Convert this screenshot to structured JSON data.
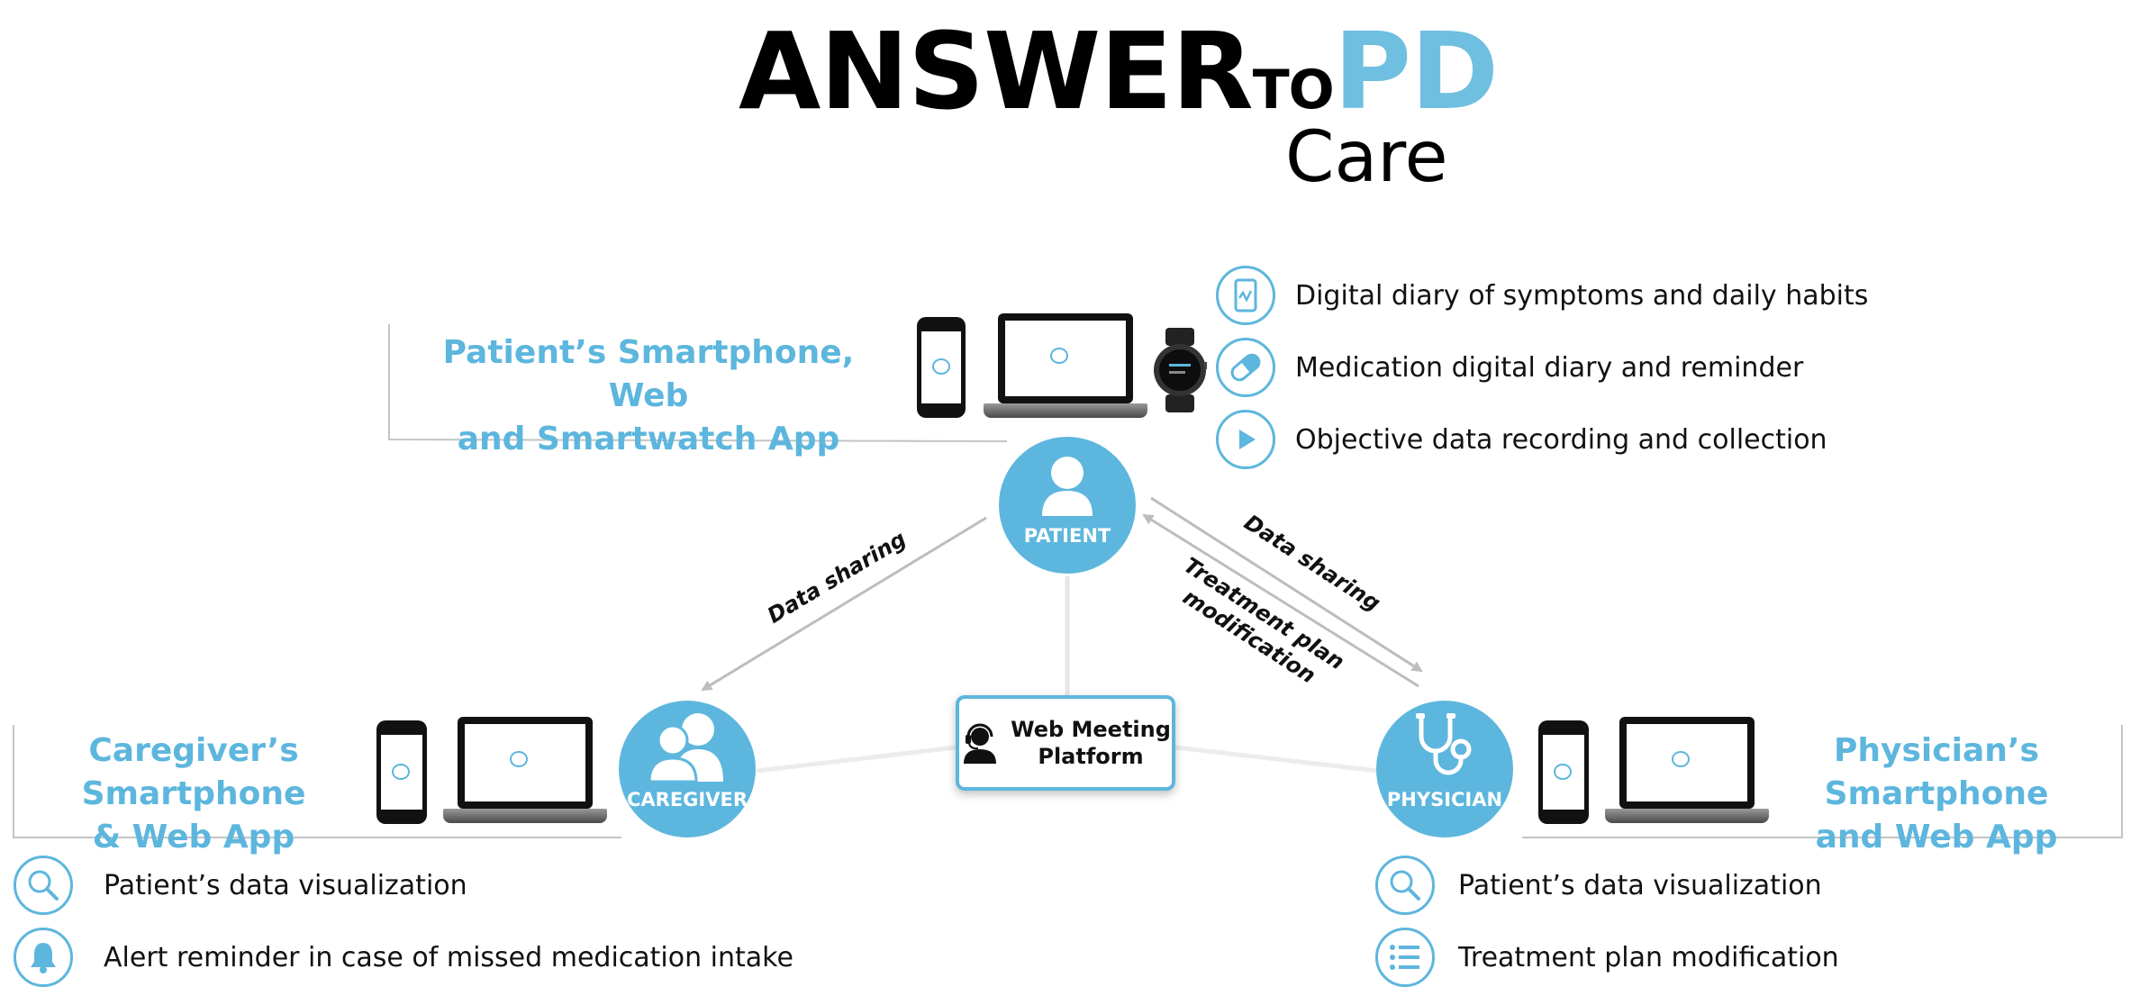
{
  "header": {
    "logo_answer": "ANSWER",
    "logo_to": "TO",
    "logo_pd": "PD",
    "subtitle": "Care"
  },
  "patient": {
    "app_title_line1": "Patient’s Smartphone, Web",
    "app_title_line2": "and Smartwatch App",
    "node_label": "PATIENT",
    "features": [
      {
        "icon": "smartphone-chart-icon",
        "text": "Digital diary of symptoms and daily habits"
      },
      {
        "icon": "pill-icon",
        "text": "Medication digital diary and reminder"
      },
      {
        "icon": "play-icon",
        "text": "Objective data recording and collection"
      }
    ]
  },
  "caregiver": {
    "app_title_line1": "Caregiver’s Smartphone",
    "app_title_line2": "& Web App",
    "node_label": "CAREGIVER",
    "features": [
      {
        "icon": "magnifier-icon",
        "text": "Patient’s data visualization"
      },
      {
        "icon": "bell-icon",
        "text": "Alert reminder in case of missed medication intake"
      }
    ]
  },
  "physician": {
    "app_title_line1": "Physician’s Smartphone",
    "app_title_line2": "and Web App",
    "node_label": "PHYSICIAN",
    "features": [
      {
        "icon": "magnifier-icon",
        "text": "Patient’s data visualization"
      },
      {
        "icon": "list-icon",
        "text": "Treatment plan modification"
      }
    ]
  },
  "edges": {
    "patient_caregiver": "Data sharing",
    "patient_physician": "Data sharing",
    "physician_patient_line1": "Treatment plan",
    "physician_patient_line2": "modification"
  },
  "web_meeting": {
    "line1": "Web Meeting",
    "line2": "Platform"
  },
  "colors": {
    "accent": "#5db6dd",
    "logo_pd": "#6fbfe0",
    "connector": "#bdbdbd"
  }
}
